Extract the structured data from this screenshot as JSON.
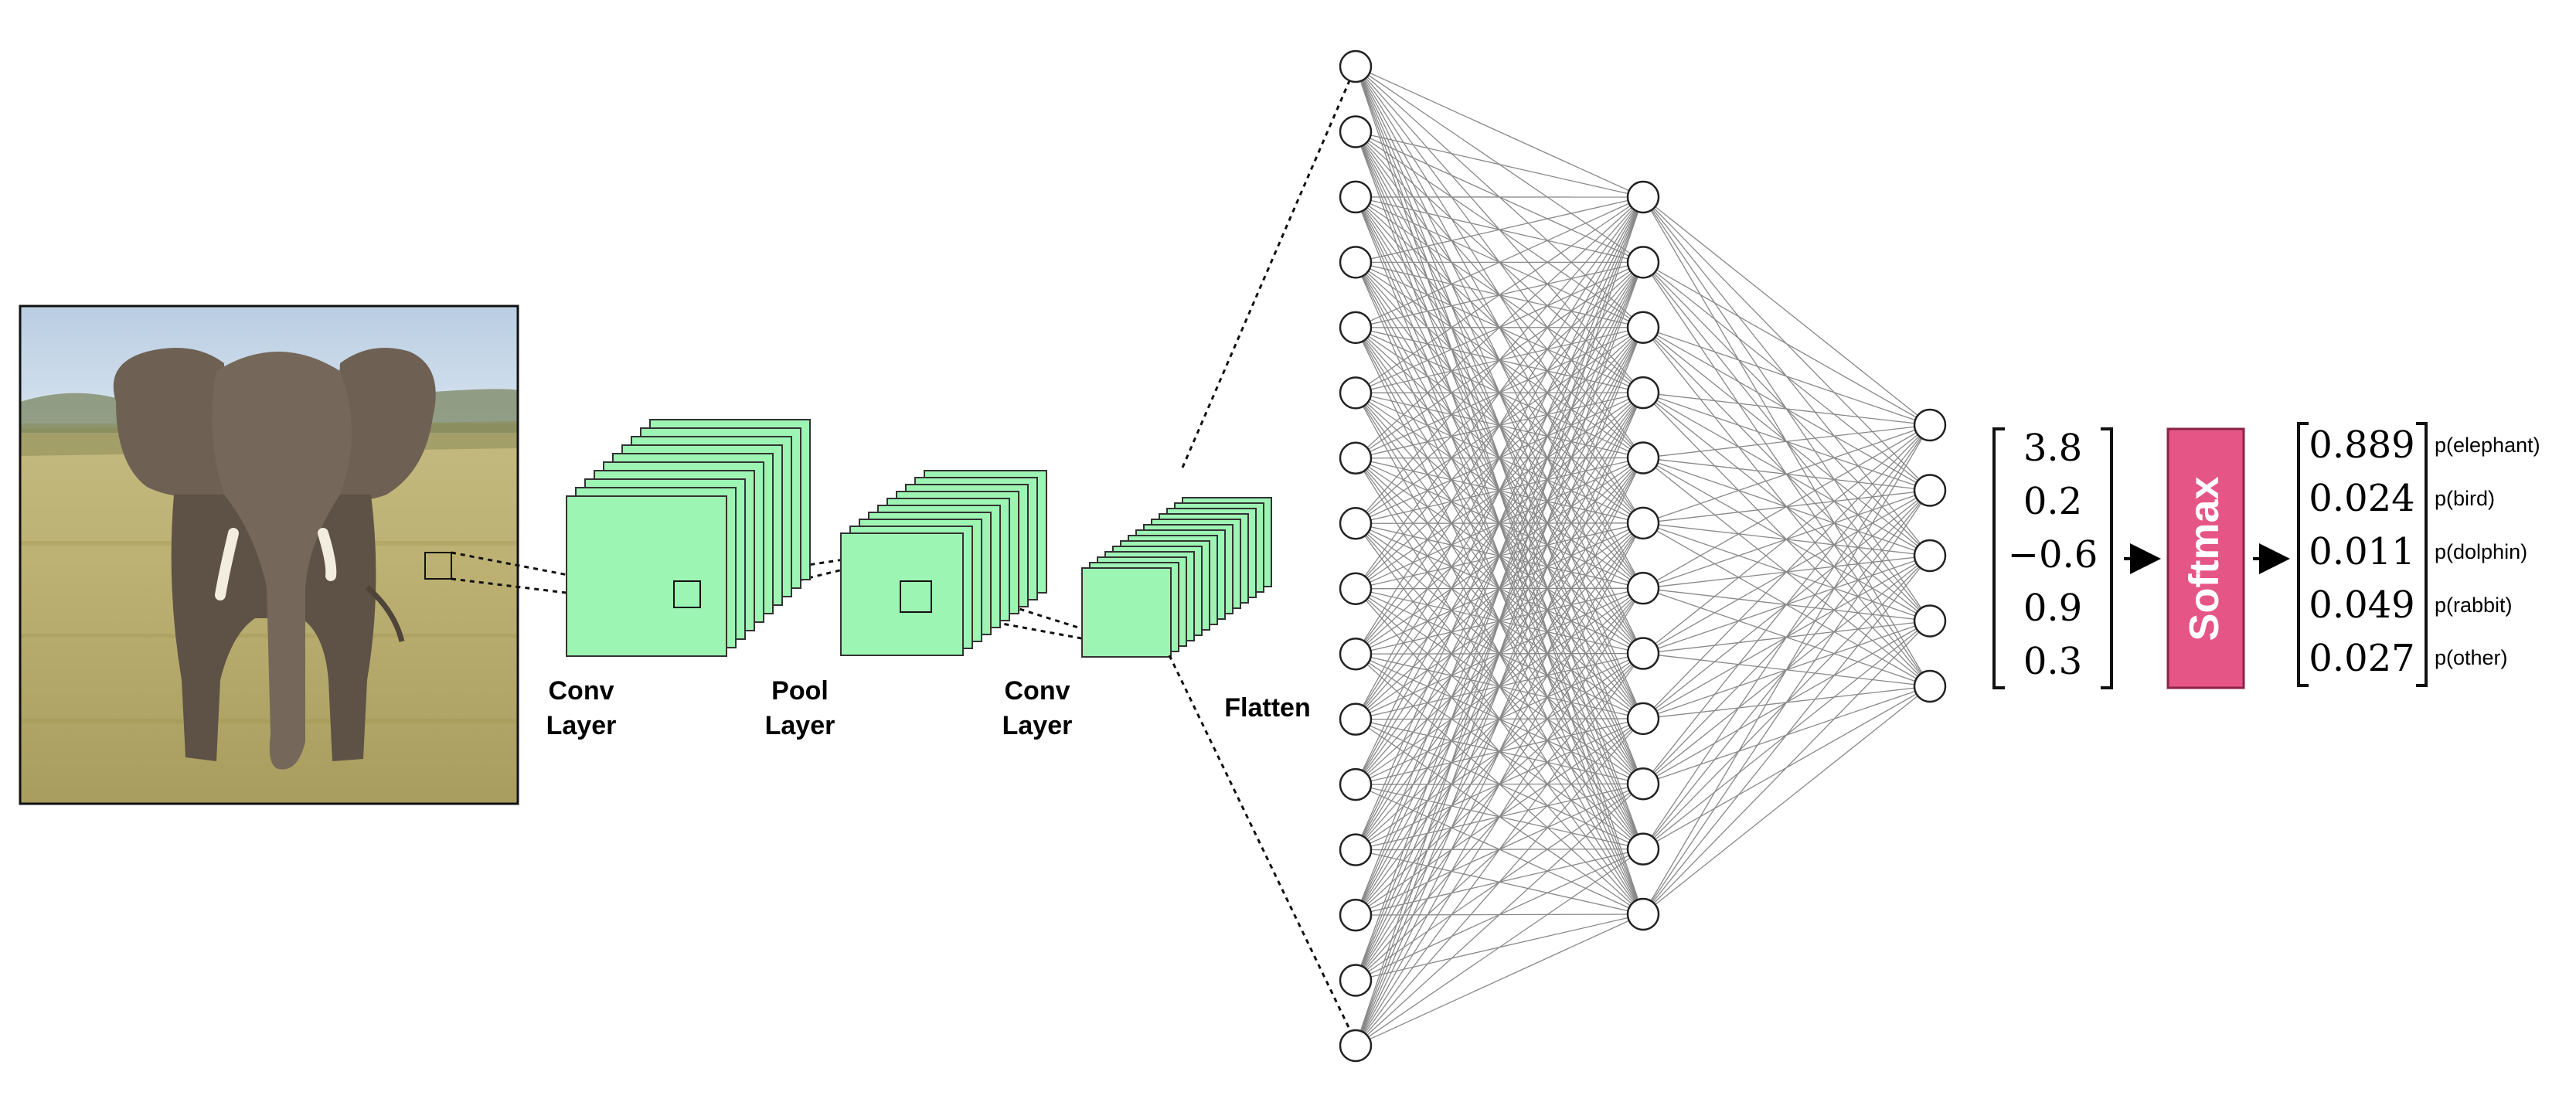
{
  "stage_labels": {
    "conv1": [
      "Conv",
      "Layer"
    ],
    "pool": [
      "Pool",
      "Layer"
    ],
    "conv2": [
      "Conv",
      "Layer"
    ],
    "flatten": "Flatten"
  },
  "network": {
    "input_nodes": 16,
    "hidden_nodes": 12,
    "output_nodes": 5
  },
  "logits": [
    "3.8",
    "0.2",
    "−0.6",
    "0.9",
    "0.3"
  ],
  "softmax": {
    "label": "Softmax",
    "color": "#e55586"
  },
  "probabilities": [
    "0.889",
    "0.024",
    "0.011",
    "0.049",
    "0.027"
  ],
  "class_labels": [
    "p(elephant)",
    "p(bird)",
    "p(dolphin)",
    "p(rabbit)",
    "p(other)"
  ],
  "colors": {
    "feature_map": "#9df5b4",
    "feature_map_stroke": "#333333",
    "node_fill": "#ffffff",
    "edge": "#888888"
  }
}
